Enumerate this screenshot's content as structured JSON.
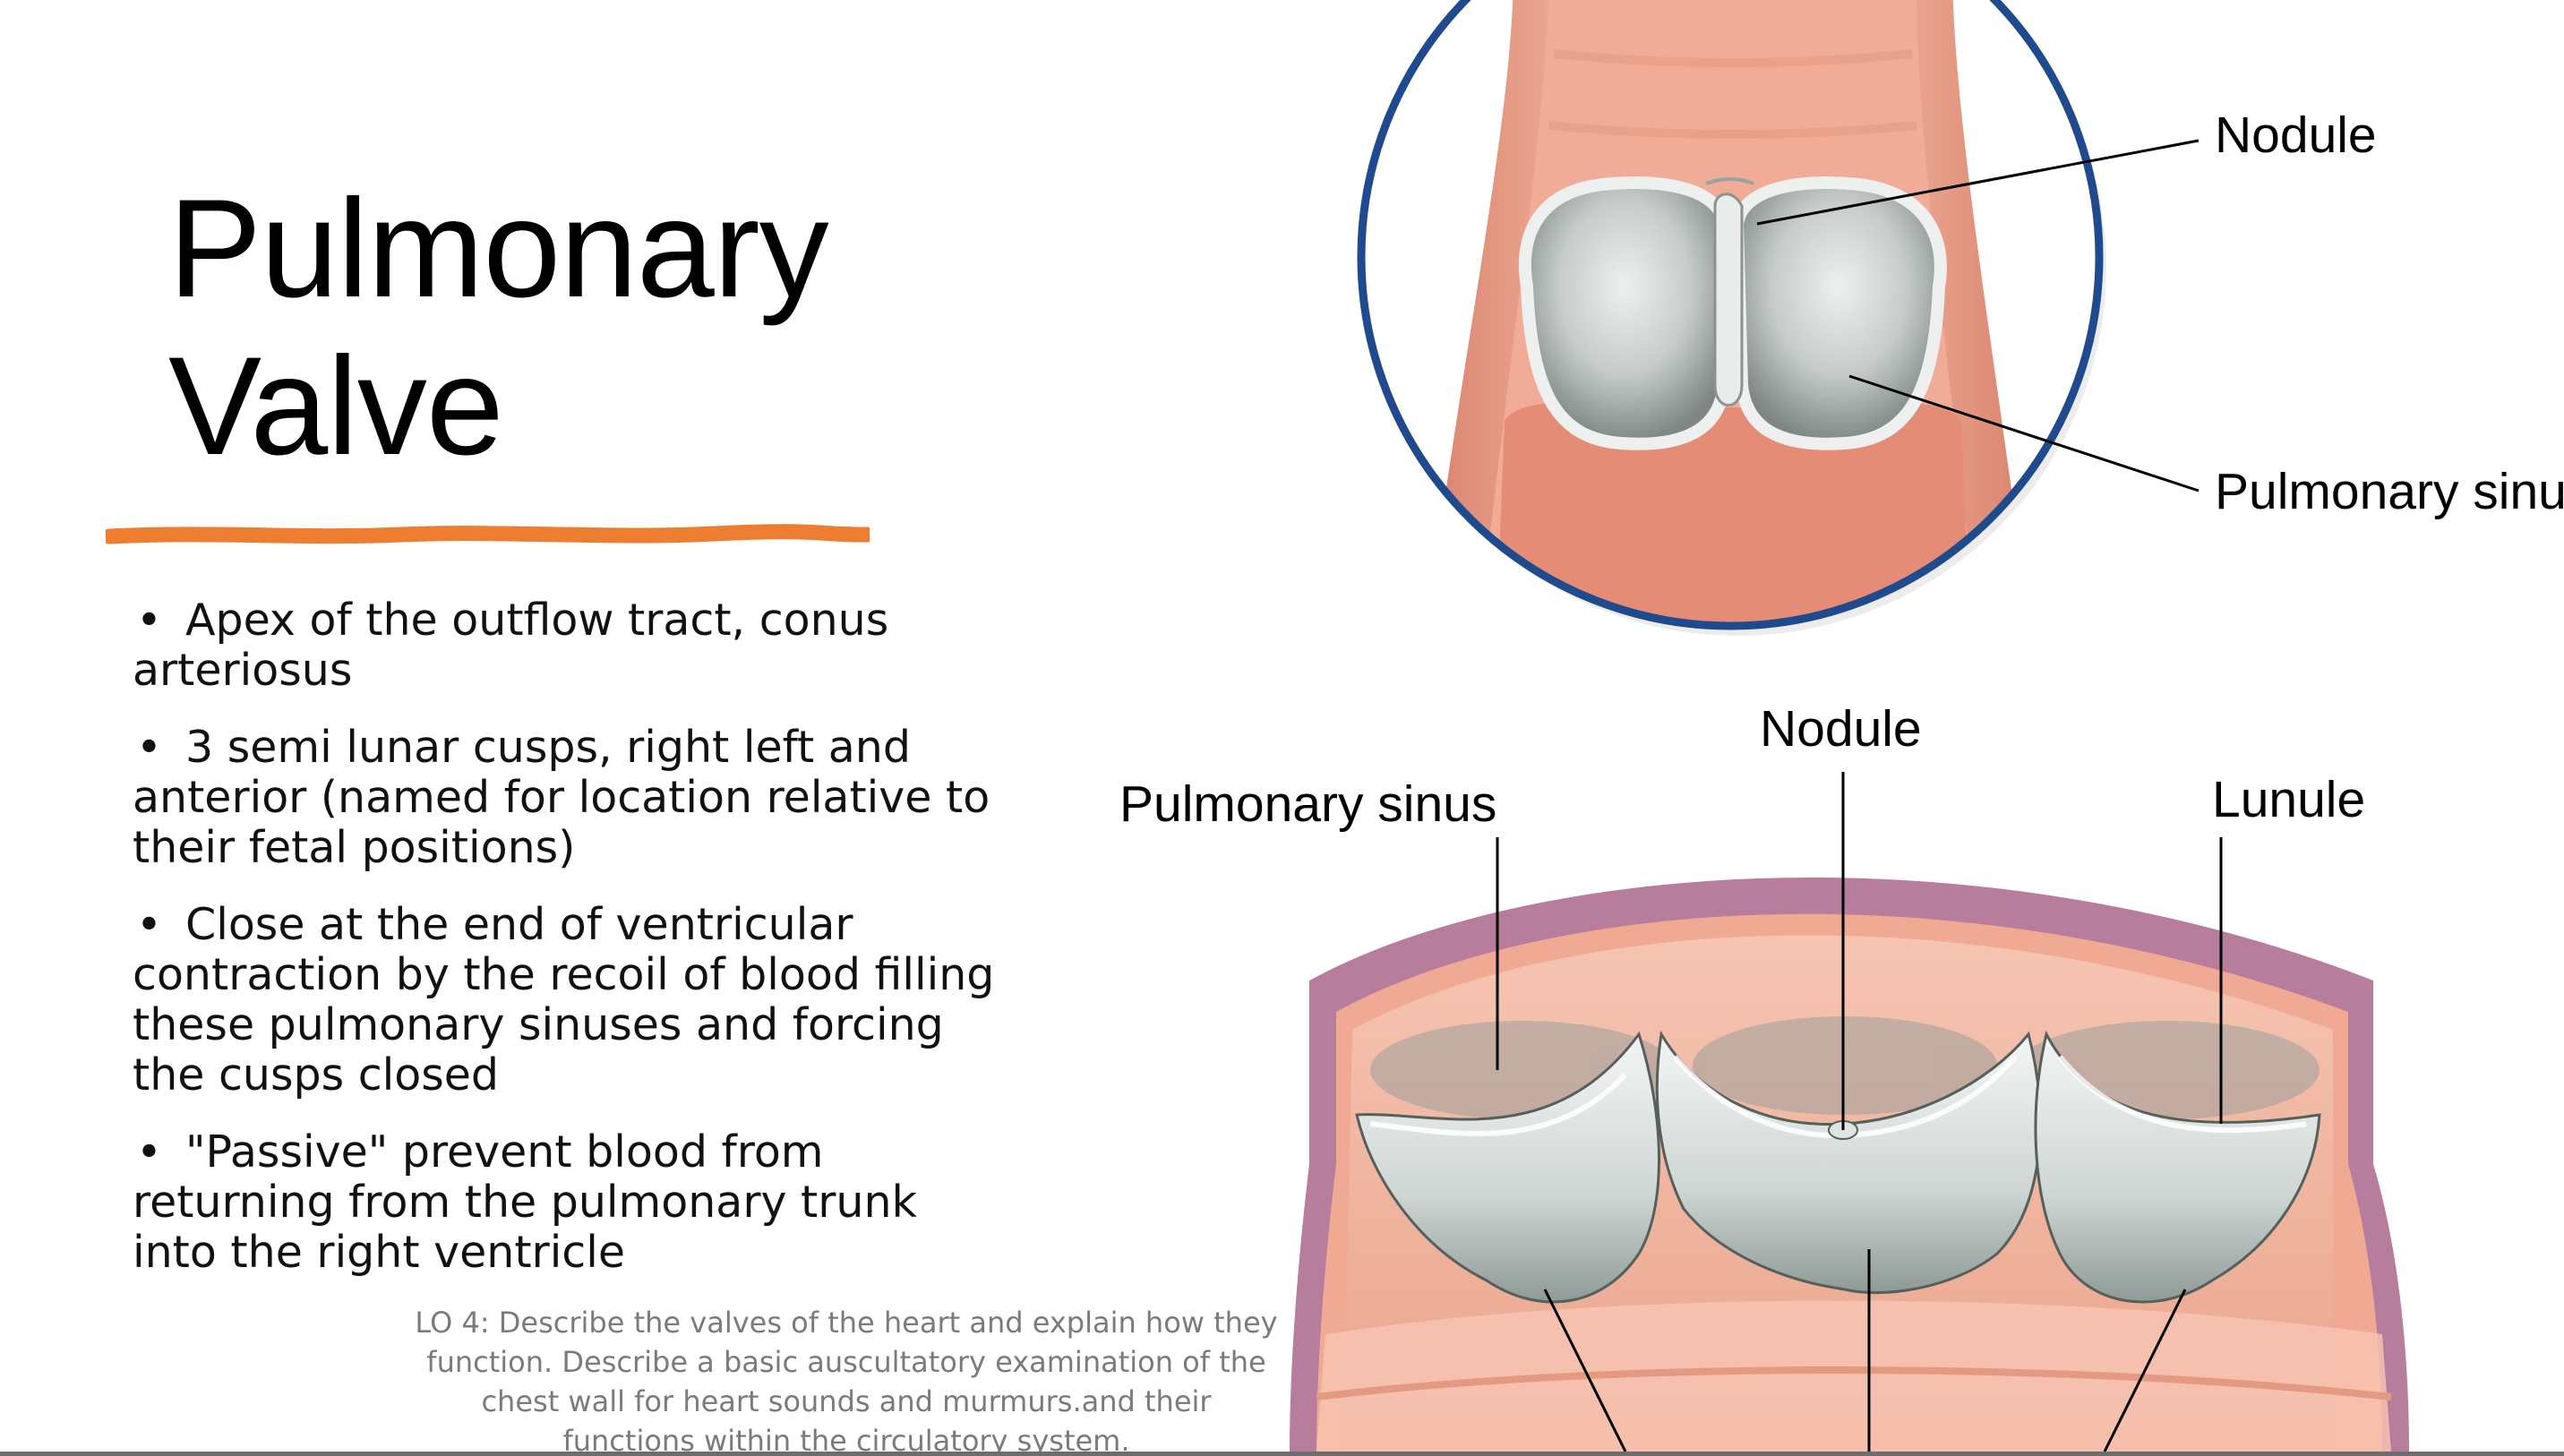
{
  "slide": {
    "title_line1": "Pulmonary",
    "title_line2": "Valve",
    "accent_color": "#ED7D31",
    "bullets": [
      "Apex of the outflow tract, conus arteriosus",
      "3 semi lunar cusps, right left and anterior (named for location relative to their fetal positions)",
      "Close at the end of ventricular contraction by the recoil of blood filling these pulmonary sinuses and forcing the cusps closed",
      "\"Passive\" prevent blood from returning from the pulmonary trunk into the right ventricle"
    ],
    "bullet_lines": [
      [
        "Apex of the outflow tract, conus",
        "arteriosus"
      ],
      [
        "3 semi lunar cusps, right left and",
        "anterior (named for location relative to",
        "their fetal positions)"
      ],
      [
        "Close at the end of ventricular",
        "contraction by the recoil of blood filling",
        "these pulmonary sinuses and forcing",
        "the cusps closed"
      ],
      [
        "\"Passive\" prevent blood from",
        "returning from the pulmonary trunk",
        "into the right ventricle"
      ]
    ],
    "learning_objective_lines": [
      "LO 4: Describe the valves of the heart and explain how they",
      "function. Describe a basic auscultatory examination of the",
      "chest wall for heart sounds and murmurs.and their",
      "functions within the circulatory system."
    ]
  },
  "figure": {
    "labels": {
      "top_nodule": "Nodule",
      "top_pulmonary_sinus": "Pulmonary sinus",
      "bottom_nodule": "Nodule",
      "bottom_pulmonary_sinus": "Pulmonary sinus",
      "bottom_lunule": "Lunule"
    },
    "colors": {
      "circle_border": "#1F4B8E",
      "vessel_wall": "#E89A85",
      "vessel_inner": "#F4C0AE",
      "cusp": "#C9CFCC",
      "outer_wall": "#9D6A8D"
    }
  }
}
